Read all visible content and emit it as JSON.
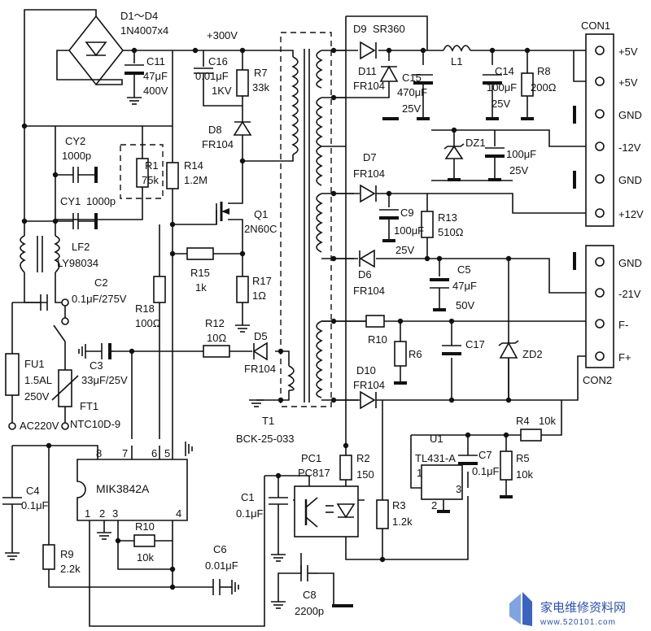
{
  "labels": {
    "d1_d4": "D1～D4",
    "d1_d4_part": "1N4007x4",
    "c11": "C11",
    "c11_val": "47μF",
    "c11_v": "400V",
    "hv_rail": "+300V",
    "c16": "C16",
    "c16_val": "0.01μF",
    "c16_v": "1KV",
    "r7": "R7",
    "r7_val": "33k",
    "d8": "D8",
    "d8_part": "FR104",
    "cy2": "CY2",
    "cy2_val": "1000p",
    "cy1": "CY1",
    "cy1_val": "1000p",
    "r1": "R1",
    "r1_val": "75k",
    "r14": "R14",
    "r14_val": "1.2M",
    "lf2": "LF2",
    "lf2_part": "LY98034",
    "c2": "C2",
    "c2_val": "0.1μF/275V",
    "q1": "Q1",
    "q1_part": "2N60C",
    "r15": "R15",
    "r15_val": "1k",
    "r17": "R17",
    "r17_val": "1Ω",
    "r18": "R18",
    "r18_val": "100Ω",
    "r12": "R12",
    "r12_val": "10Ω",
    "d5": "D5",
    "d5_part": "FR104",
    "c3": "C3",
    "c3_val": "33μF/25V",
    "fu1": "FU1",
    "fu1_val": "1.5AL",
    "fu1_v": "250V",
    "ft1": "FT1",
    "ft1_part": "NTC10D-9",
    "ac_in": "AC220V",
    "t1": "T1",
    "t1_part": "BCK-25-033",
    "d9": "D9",
    "d9_part": "SR360",
    "d11": "D11",
    "d11_part": "FR104",
    "c15": "C15",
    "c15_val": "470μF",
    "c15_v": "25V",
    "l1": "L1",
    "c14": "C14",
    "c14_val": "100μF",
    "c14_v": "25V",
    "r8": "R8",
    "r8_val": "200Ω",
    "dz1": "DZ1",
    "dz1_cap_val": "100μF",
    "dz1_cap_v": "25V",
    "d7": "D7",
    "d7_part": "FR104",
    "c9": "C9",
    "c9_val": "100μF",
    "c9_v": "25V",
    "r13": "R13",
    "r13_val": "510Ω",
    "d6": "D6",
    "d6_part": "FR104",
    "c5": "C5",
    "c5_val": "47μF",
    "c5_v": "50V",
    "r10_top": "R10",
    "r6": "R6",
    "c17": "C17",
    "zd2": "ZD2",
    "d10": "D10",
    "d10_part": "FR104",
    "pc1": "PC1",
    "pc1_part": "PC817",
    "r2": "R2",
    "r2_val": "150",
    "r3": "R3",
    "r3_val": "1.2k",
    "u1": "U1",
    "u1_part": "TL431-A",
    "c7": "C7",
    "c7_val": "0.1μF",
    "r4": "R4",
    "r4_val": "10k",
    "r5": "R5",
    "r5_val": "10k",
    "c1": "C1",
    "c1_val": "0.1μF",
    "c8": "C8",
    "c8_val": "2200p",
    "c4": "C4",
    "c4_val": "0.1μF",
    "r9": "R9",
    "r9_val": "2.2k",
    "ic": "MIK3842A",
    "r10_bot": "R10",
    "r10_bot_val": "10k",
    "c6": "C6",
    "c6_val": "0.01μF",
    "pin1": "1",
    "pin2": "2",
    "pin3": "3",
    "pin4": "4",
    "pin5": "5",
    "pin6": "6",
    "pin7": "7",
    "pin8": "8",
    "u1_pin1": "1",
    "u1_pin2": "2",
    "u1_pin3": "3"
  },
  "connectors": {
    "con1": {
      "name": "CON1",
      "pins": [
        "+5V",
        "+5V",
        "GND",
        "-12V",
        "GND",
        "+12V"
      ]
    },
    "con2": {
      "name": "CON2",
      "pins": [
        "GND",
        "-21V",
        "F-",
        "F+"
      ]
    }
  },
  "watermark": {
    "text": "家电维修资料网",
    "url": "www.520101.com"
  }
}
